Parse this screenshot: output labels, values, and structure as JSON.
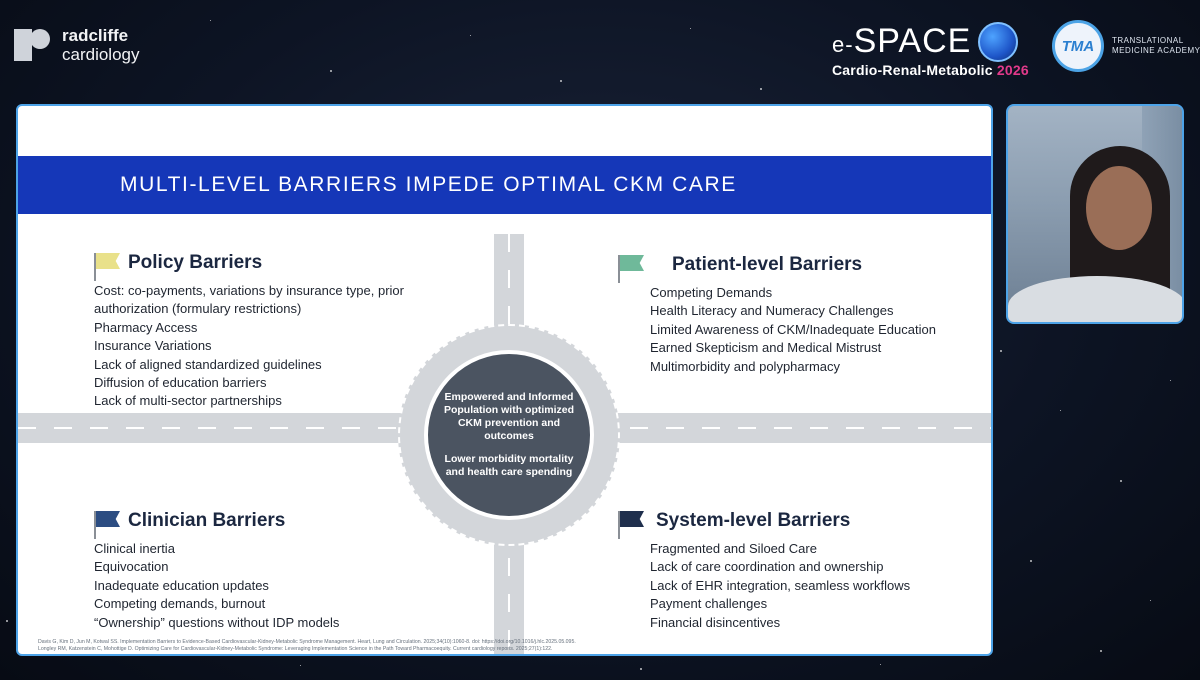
{
  "header": {
    "brand_line1": "radcliffe",
    "brand_line2": "cardiology",
    "event_prefix": "e-",
    "event_name": "SPACE",
    "event_subtitle": "Cardio-Renal-Metabolic",
    "event_year": "2026",
    "tma_abbr": "TMA",
    "tma_text": "TRANSLATIONAL MEDICINE ACADEMY"
  },
  "slide": {
    "title": "MULTI-LEVEL BARRIERS IMPEDE OPTIMAL CKM CARE",
    "center": {
      "line1": "Empowered and Informed Population with optimized CKM prevention and outcomes",
      "line2": "Lower morbidity mortality and health care spending"
    },
    "sections": {
      "policy": {
        "title": "Policy Barriers",
        "flag_color": "#e9e18a",
        "items": [
          "Cost: co-payments, variations by insurance type, prior authorization (formulary restrictions)",
          "Pharmacy Access",
          "Insurance Variations",
          "Lack of aligned standardized guidelines",
          "Diffusion of education barriers",
          "Lack of multi-sector partnerships"
        ]
      },
      "patient": {
        "title": "Patient-level Barriers",
        "flag_color": "#6fb99a",
        "items": [
          "Competing Demands",
          "Health Literacy and Numeracy Challenges",
          "Limited Awareness of CKM/Inadequate Education",
          "Earned Skepticism and Medical Mistrust",
          "Multimorbidity and polypharmacy"
        ]
      },
      "clinician": {
        "title": "Clinician Barriers",
        "flag_color": "#2c4d82",
        "items": [
          "Clinical inertia",
          "Equivocation",
          "Inadequate education updates",
          "Competing demands, burnout",
          "“Ownership” questions without IDP models"
        ]
      },
      "system": {
        "title": "System-level Barriers",
        "flag_color": "#1f2f4d",
        "items": [
          "Fragmented and Siloed Care",
          "Lack of care coordination and ownership",
          "Lack of EHR integration, seamless workflows",
          "Payment challenges",
          "Financial disincentives"
        ]
      }
    },
    "references": [
      "Davis G, Kim D, Jun M, Kotwal SS. Implementation Barriers to Evidence-Based Cardiovascular-Kidney-Metabolic Syndrome Management. Heart, Lung and Circulation. 2025;34(10):1060-8. doi: https://doi.org/10.1016/j.hlc.2025.05.095.",
      "Longley RM, Katzenstein C, Mohottige D. Optimizing Care for Cardiovascular-Kidney-Metabolic Syndrome: Leveraging Implementation Science in the Path Toward Pharmacoequity. Current cardiology reports. 2025;27(1):122."
    ]
  }
}
